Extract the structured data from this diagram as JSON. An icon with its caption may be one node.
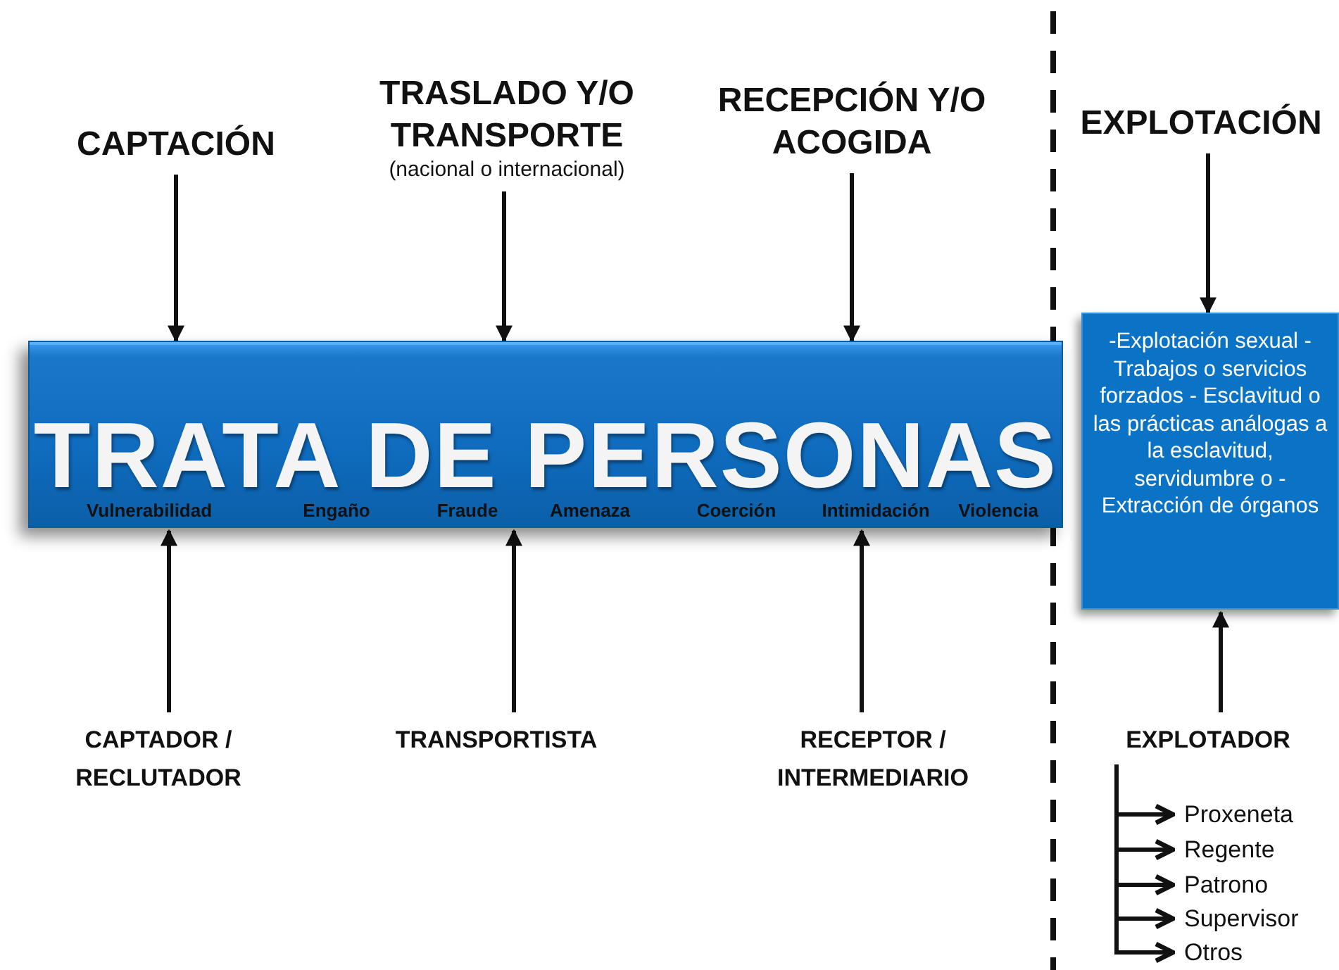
{
  "diagram": {
    "nodes": [
      {
        "text": [
          "CAPTACIÓN"
        ]
      },
      {
        "text": [
          "TRASLADO Y/O TRANSPORTE",
          "(nacional o internacional)"
        ]
      },
      {
        "text": [
          "RECEPCIÓN Y/O ACOGIDA"
        ]
      },
      {
        "text": [
          "EXPLOTACIÓN"
        ]
      },
      {
        "text": [
          "TRATA DE PERSONAS",
          "Vulnerabilidad",
          "Engaño",
          "Fraude",
          "Amenaza",
          "Coerción",
          "Intimidación",
          "Violencia"
        ]
      },
      {
        "text": [
          "-Explotación sexual - Trabajos o servicios forzados - Esclavitud o las prácticas análogas a la esclavitud, servidumbre o - Extracción de órganos"
        ]
      },
      {
        "text": [
          "CAPTADOR / RECLUTADOR"
        ]
      },
      {
        "text": [
          "TRANSPORTISTA"
        ]
      },
      {
        "text": [
          "RECEPTOR / INTERMEDIARIO"
        ]
      },
      {
        "text": [
          "EXPLOTADOR"
        ]
      },
      {
        "text": [
          "Proxeneta"
        ]
      },
      {
        "text": [
          "Regente"
        ]
      },
      {
        "text": [
          "Patrono"
        ]
      },
      {
        "text": [
          "Supervisor"
        ]
      },
      {
        "text": [
          "Otros"
        ]
      }
    ],
    "edges": [
      {
        "from": 0,
        "to": 4,
        "arrow": "to"
      },
      {
        "from": 1,
        "to": 4,
        "arrow": "to"
      },
      {
        "from": 2,
        "to": 4,
        "arrow": "to"
      },
      {
        "from": 3,
        "to": 5,
        "arrow": "to"
      },
      {
        "from": 6,
        "to": 4,
        "arrow": "to"
      },
      {
        "from": 7,
        "to": 4,
        "arrow": "to"
      },
      {
        "from": 8,
        "to": 4,
        "arrow": "to"
      },
      {
        "from": 9,
        "to": 5,
        "arrow": "to"
      },
      {
        "from": 9,
        "to": 10,
        "arrow": "to"
      },
      {
        "from": 9,
        "to": 11,
        "arrow": "to"
      },
      {
        "from": 9,
        "to": 12,
        "arrow": "to"
      },
      {
        "from": 9,
        "to": 13,
        "arrow": "to"
      },
      {
        "from": 9,
        "to": 14,
        "arrow": "to"
      }
    ]
  }
}
